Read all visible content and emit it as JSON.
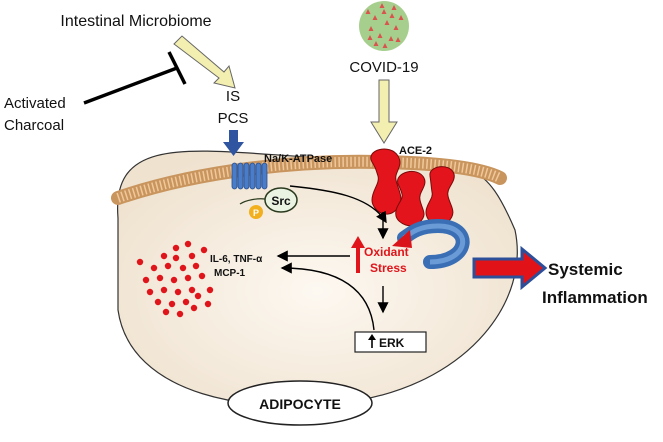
{
  "labels": {
    "microbiome": "Intestinal Microbiome",
    "activated_charcoal_line1": "Activated",
    "activated_charcoal_line2": "Charcoal",
    "is": "IS",
    "pcs": "PCS",
    "covid": "COVID-19",
    "na_k_atpase": "Na/K-ATPase",
    "ace2": "ACE-2",
    "src": "Src",
    "phospho": "P",
    "oxidant_line1": "Oxidant",
    "oxidant_line2": "Stress",
    "cytokines_line1": "IL-6, TNF-α",
    "cytokines_line2": "MCP-1",
    "erk": "ERK",
    "adipocyte": "ADIPOCYTE",
    "systemic_line1": "Systemic",
    "systemic_line2": "Inflammation"
  },
  "colors": {
    "virus_body": "#a6cf8e",
    "virus_spike": "#d9534f",
    "membrane": "#d6a06e",
    "cell_fill": "#f7efe3",
    "cell_outline": "#333333",
    "yellow_arrow": "#f3efb0",
    "blue_arrow": "#2f55a0",
    "red": "#e0151b",
    "ace2": "#e3141b",
    "atpase": "#4a7dc9",
    "phospho": "#f2b01e",
    "curved_arrow": "#3a6fb5"
  }
}
